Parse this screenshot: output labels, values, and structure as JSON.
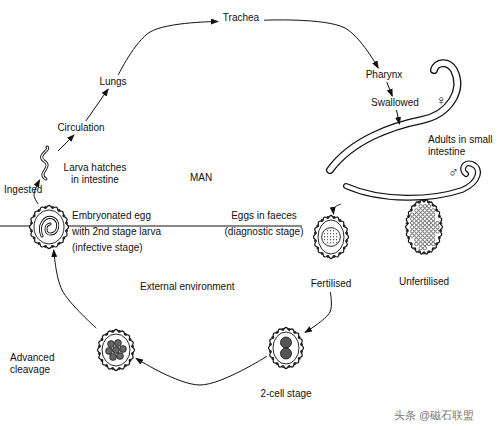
{
  "diagram": {
    "nodes": [
      {
        "text": [
          "Embryonated egg with 2nd stage larva (infective stage)"
        ]
      },
      {
        "text": [
          "Larva hatches in intestine"
        ]
      },
      {
        "text": [
          "Circulation"
        ]
      },
      {
        "text": [
          "Lungs"
        ]
      },
      {
        "text": [
          "Trachea"
        ]
      },
      {
        "text": [
          "Pharynx"
        ]
      },
      {
        "text": [
          "Swallowed"
        ]
      },
      {
        "text": [
          "Adults in small intestine"
        ]
      },
      {
        "text": [
          "Fertilised"
        ]
      },
      {
        "text": [
          "Unfertilised"
        ]
      },
      {
        "text": [
          "2-cell stage"
        ]
      },
      {
        "text": [
          "Advanced cleavage"
        ]
      }
    ],
    "edges": [
      {
        "from": 0,
        "to": 1,
        "arrow": "to",
        "label": "Ingested"
      },
      {
        "from": 1,
        "to": 2,
        "arrow": "to"
      },
      {
        "from": 2,
        "to": 3,
        "arrow": "to"
      },
      {
        "from": 3,
        "to": 4,
        "arrow": "to"
      },
      {
        "from": 4,
        "to": 5,
        "arrow": "to"
      },
      {
        "from": 5,
        "to": 6,
        "arrow": "to"
      },
      {
        "from": 6,
        "to": 7,
        "arrow": "to"
      },
      {
        "from": 7,
        "to": 8,
        "arrow": "to"
      },
      {
        "from": 8,
        "to": 10,
        "arrow": "to"
      },
      {
        "from": 10,
        "to": 11,
        "arrow": "to"
      },
      {
        "from": 11,
        "to": 0,
        "arrow": "to"
      }
    ],
    "labels": [
      "MAN",
      "External environment",
      "Eggs in faeces (diagnostic stage)",
      "♀",
      "♂",
      "头条 @磁石联盟"
    ]
  }
}
